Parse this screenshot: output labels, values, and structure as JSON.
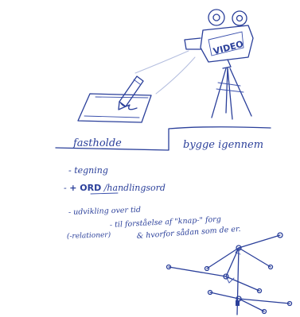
{
  "camera": {
    "badge_text": "VIDEO"
  },
  "labels": {
    "left_step": "fastholde",
    "right_step": "bygge igennem"
  },
  "notes": {
    "line1": "- tegning",
    "line2_prefix": "-",
    "line2_bold": "+ ORD",
    "line2_suffix": "/handlingsord",
    "line3_a": "- udvikling over tid",
    "line3_b": "- til forståelse af \"knap-\" forg",
    "line3_c": "& hvorfor sådan som de er.",
    "side": "(-relationer)"
  }
}
